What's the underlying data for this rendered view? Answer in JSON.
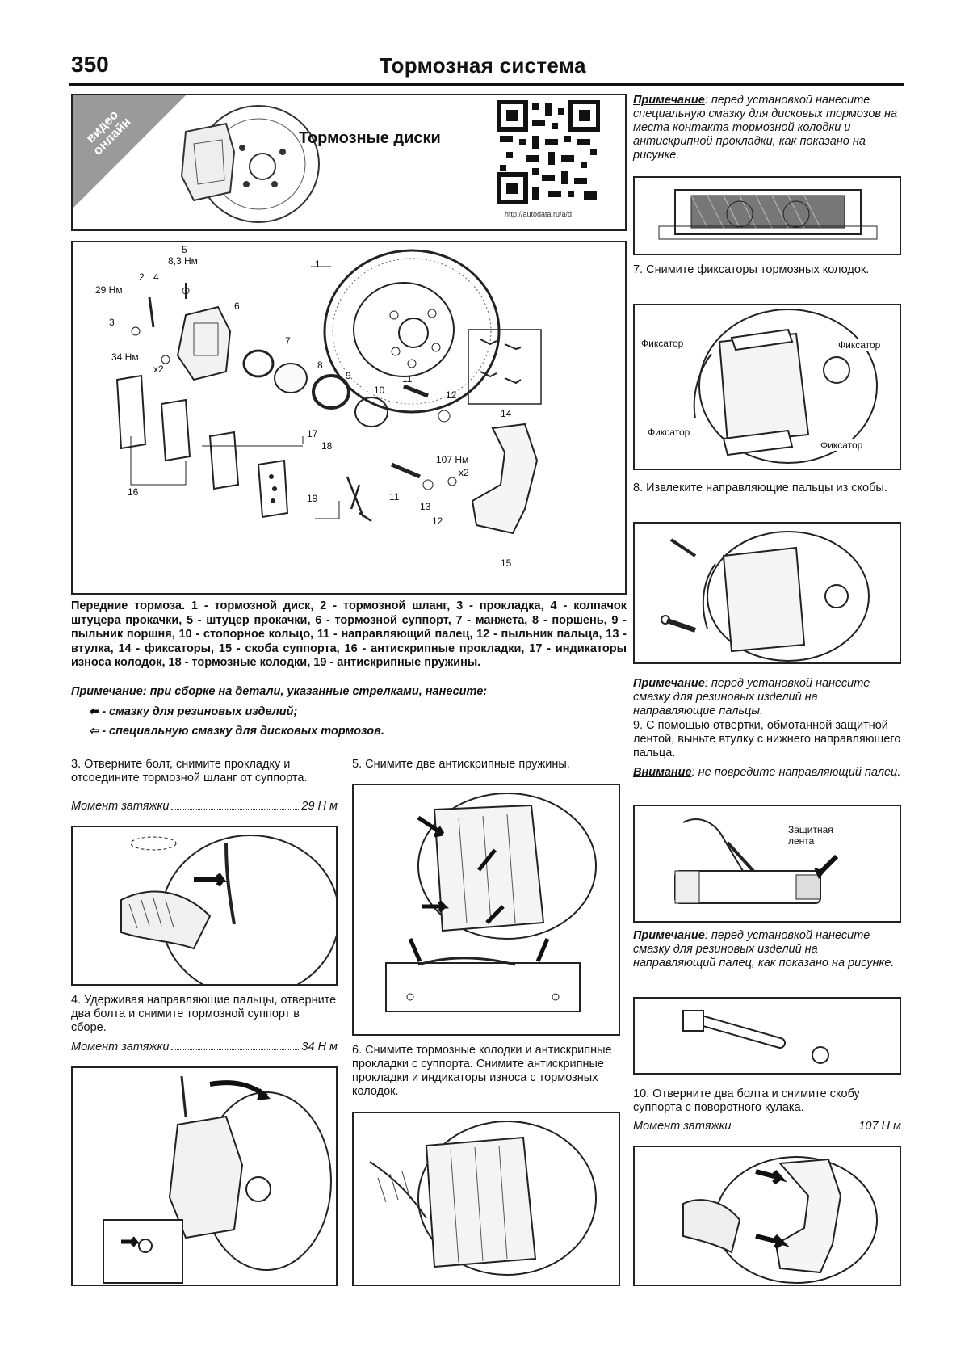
{
  "header": {
    "page_number": "350",
    "title": "Тормозная система"
  },
  "video_box": {
    "badge": "видео\nонлайн",
    "title": "Тормозные диски",
    "qr_url": "http://autodata.ru/a/d"
  },
  "diagram": {
    "labels": {
      "n1": "1",
      "n2": "2",
      "n3": "3",
      "n4": "4",
      "n5": "5",
      "n6": "6",
      "n7": "7",
      "n8": "8",
      "n9": "9",
      "n10": "10",
      "n11": "11",
      "n11b": "11",
      "n12": "12",
      "n12b": "12",
      "n13": "13",
      "n14": "14",
      "n15": "15",
      "n16": "16",
      "n17": "17",
      "n18": "18",
      "n19": "19",
      "t1": "8,3 Нм",
      "t2": "29 Нм",
      "t3": "34 Нм",
      "t3x": "x2",
      "t4": "107 Нм",
      "t4x": "x2"
    }
  },
  "caption": {
    "text": "Передние тормоза. 1 - тормозной диск, 2 - тормозной шланг, 3 - прокладка, 4 - колпачок штуцера прокачки, 5 - штуцер прокачки, 6 - тормозной суппорт, 7 - манжета, 8 - поршень, 9 - пыльник поршня, 10 - стопорное кольцо, 11 - направляющий палец, 12 - пыльник пальца, 13 - втулка, 14 - фиксаторы, 15 - скоба суппорта, 16 - антискрипные прокладки, 17 - индикаторы износа колодок, 18 - тормозные колодки, 19 - антискрипные пружины.",
    "note_label": "Примечание",
    "note_text": ": при сборке на детали, указанные стрелками, нанесите:",
    "legend1": "- смазку для резиновых изделий;",
    "legend2": "- специальную смазку для дисковых тормозов."
  },
  "steps": {
    "s3": "3. Отверните болт, снимите прокладку и отсоедините тормозной шланг от суппорта.",
    "s3_torque_label": "Момент затяжки",
    "s3_torque_value": "29 Н м",
    "s4": "4. Удерживая направляющие пальцы, отверните два болта и снимите тормозной суппорт в сборе.",
    "s4_torque_label": "Момент затяжки",
    "s4_torque_value": "34 Н м",
    "s5": "5. Снимите две антискрипные пружины.",
    "s6": "6. Снимите тормозные колодки и антискрипные прокладки с суппорта. Снимите антискрипные прокладки и индикаторы износа с тормозных колодок.",
    "right_note1_label": "Примечание",
    "right_note1": ": перед установкой нанесите специальную смазку для дисковых тормозов на места контакта тормозной колодки и антискрипной прокладки, как показано на рисунке.",
    "s7": "7. Снимите фиксаторы тормозных колодок.",
    "fix_labels": [
      "Фиксатор",
      "Фиксатор",
      "Фиксатор",
      "Фиксатор"
    ],
    "s8": "8. Извлеките направляющие пальцы из скобы.",
    "right_note2_label": "Примечание",
    "right_note2": ": перед установкой нанесите смазку для резиновых изделий на направляющие пальцы.",
    "s9": "9. С помощью отвертки, обмотанной защитной лентой, выньте втулку с нижнего направляющего пальца.",
    "warn_label": "Внимание",
    "warn_text": ": не повредите направляющий палец.",
    "tape_label": "Защитная лента",
    "right_note3_label": "Примечание",
    "right_note3": ": перед установкой нанесите смазку для резиновых изделий на направляющий палец, как показано на рисунке.",
    "s10": "10. Отверните два болта и снимите скобу суппорта с поворотного кулака.",
    "s10_torque_label": "Момент затяжки",
    "s10_torque_value": "107 Н м"
  }
}
